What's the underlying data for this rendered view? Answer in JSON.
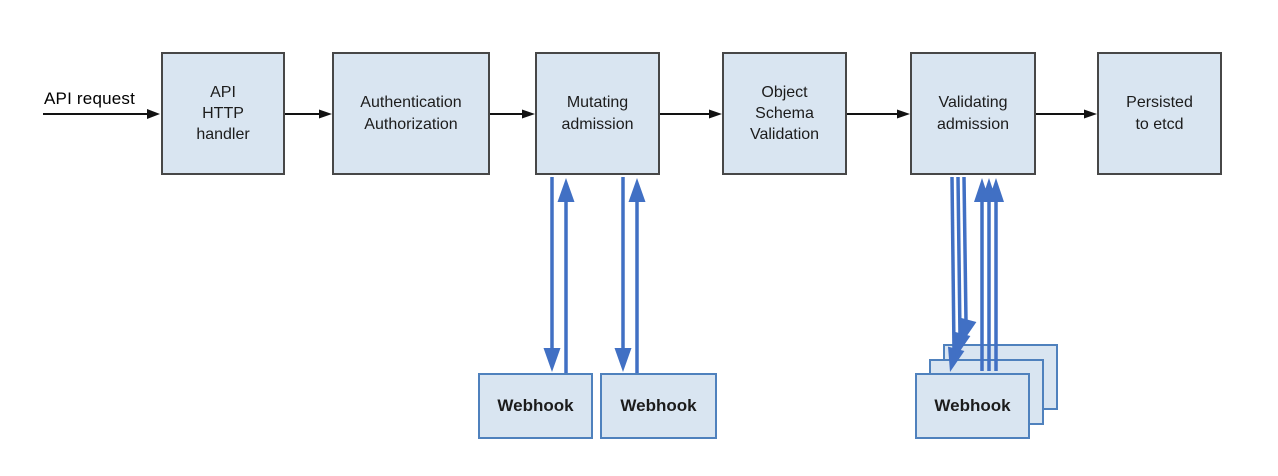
{
  "colors": {
    "node_fill": "#d9e5f1",
    "node_border": "#474747",
    "webhook_border": "#4f81bd",
    "flow_color": "#121212",
    "hook_arrow": "#4170c4",
    "text": "#1c1c1c"
  },
  "diagram": {
    "request_label": "API request",
    "pipeline": [
      {
        "id": "api-http-handler",
        "label": "API\nHTTP\nhandler"
      },
      {
        "id": "authentication-authorization",
        "label": "Authentication\nAuthorization"
      },
      {
        "id": "mutating-admission",
        "label": "Mutating\nadmission"
      },
      {
        "id": "object-schema-validation",
        "label": "Object\nSchema\nValidation"
      },
      {
        "id": "validating-admission",
        "label": "Validating\nadmission"
      },
      {
        "id": "persisted-to-etcd",
        "label": "Persisted\nto etcd"
      }
    ],
    "mutating_webhooks": [
      "Webhook",
      "Webhook"
    ],
    "validating_webhooks": [
      "Webhook",
      "Webhook",
      "Webhook"
    ]
  }
}
